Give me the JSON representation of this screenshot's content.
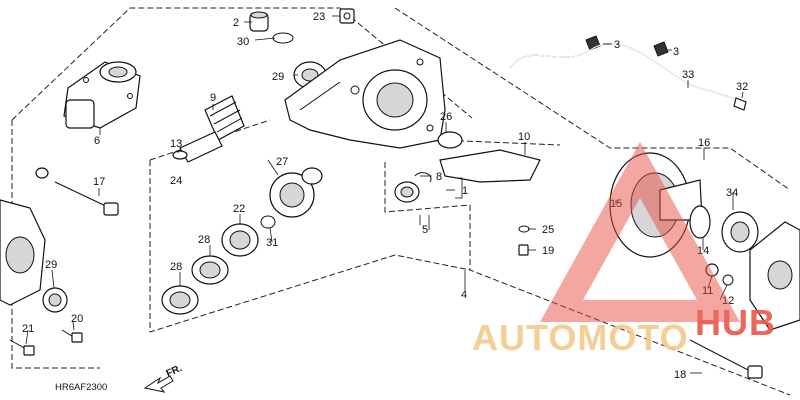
{
  "diagram_code": "HR6AF2300",
  "direction_marker": "FR.",
  "watermark": {
    "text_part1": "AUTOMOTO",
    "text_part2": "HUB",
    "color_part1": "#f5c98a",
    "color_part2": "#e8574a",
    "triangle_color": "#e84a3f"
  },
  "callouts": [
    "1",
    "2",
    "3",
    "3",
    "4",
    "5",
    "6",
    "8",
    "9",
    "10",
    "11",
    "12",
    "13",
    "14",
    "15",
    "16",
    "17",
    "18",
    "19",
    "20",
    "21",
    "22",
    "23",
    "24",
    "25",
    "26",
    "27",
    "28",
    "28",
    "29",
    "29",
    "30",
    "31",
    "32",
    "33",
    "34"
  ]
}
